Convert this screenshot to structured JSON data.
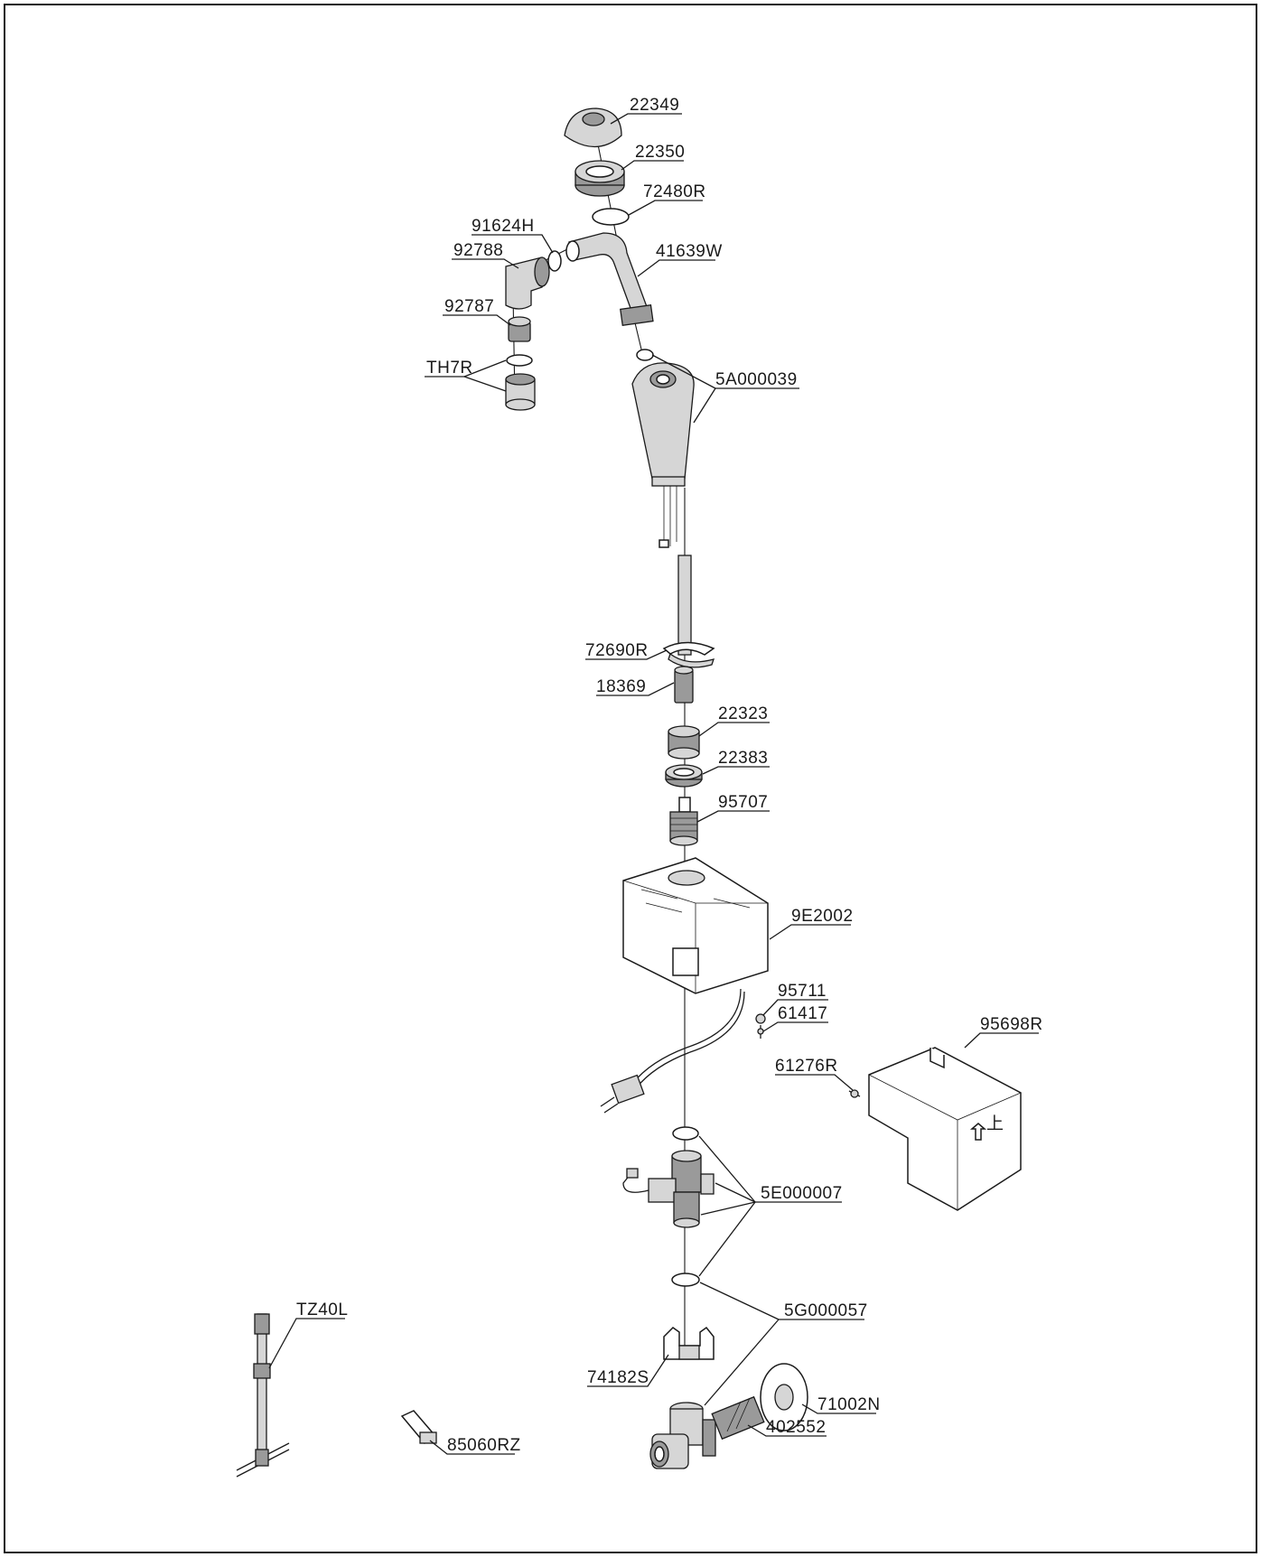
{
  "parts": [
    {
      "number": "22349"
    },
    {
      "number": "22350"
    },
    {
      "number": "72480R"
    },
    {
      "number": "91624H"
    },
    {
      "number": "92788"
    },
    {
      "number": "41639W"
    },
    {
      "number": "92787"
    },
    {
      "number": "TH7R"
    },
    {
      "number": "5A000039"
    },
    {
      "number": "72690R"
    },
    {
      "number": "18369"
    },
    {
      "number": "22323"
    },
    {
      "number": "22383"
    },
    {
      "number": "95707"
    },
    {
      "number": "9E2002"
    },
    {
      "number": "95711"
    },
    {
      "number": "61417"
    },
    {
      "number": "95698R"
    },
    {
      "number": "61276R"
    },
    {
      "number": "5E000007"
    },
    {
      "number": "5G000057"
    },
    {
      "number": "TZ40L"
    },
    {
      "number": "74182S"
    },
    {
      "number": "71002N"
    },
    {
      "number": "85060RZ"
    },
    {
      "number": "402552"
    }
  ],
  "cover_marking": "上"
}
